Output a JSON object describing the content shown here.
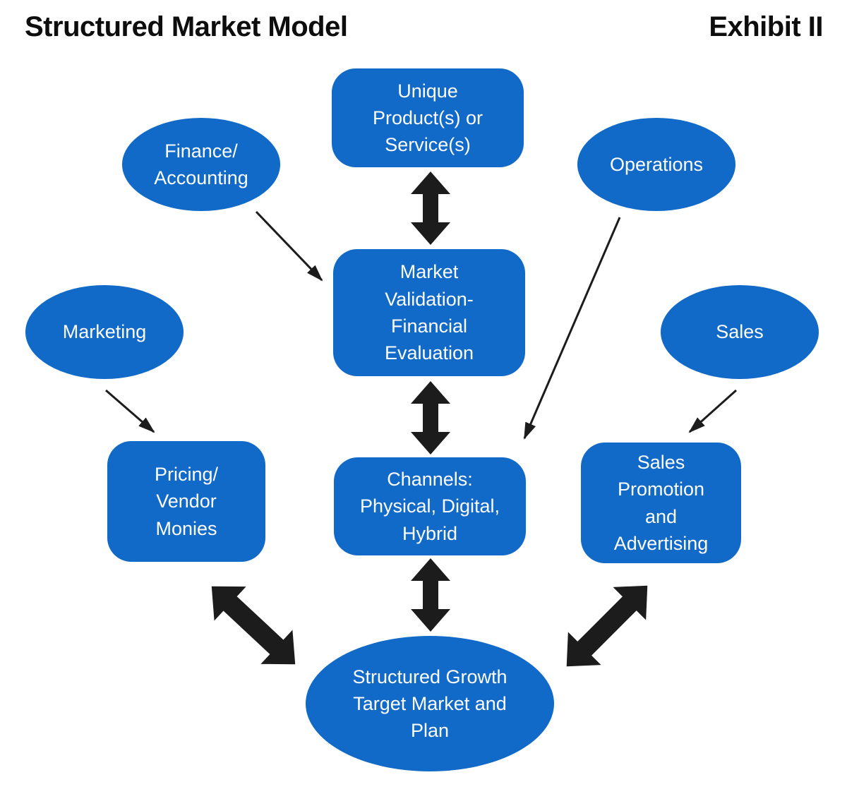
{
  "header": {
    "title": "Structured Market Model",
    "exhibit_label": "Exhibit II"
  },
  "colors": {
    "node_fill": "#1169C8",
    "node_text": "#FDFDFD",
    "arrow": "#1C1C1C",
    "title_text": "#0D0D0D",
    "background": "#FFFFFF"
  },
  "nodes": {
    "unique_product": {
      "shape": "rounded-rectangle",
      "label": "Unique\nProduct(s) or\nService(s)"
    },
    "finance_accounting": {
      "shape": "ellipse",
      "label": "Finance/\nAccounting"
    },
    "operations": {
      "shape": "ellipse",
      "label": "Operations"
    },
    "market_validation": {
      "shape": "rounded-rectangle",
      "label": "Market\nValidation-\nFinancial\nEvaluation"
    },
    "marketing": {
      "shape": "ellipse",
      "label": "Marketing"
    },
    "sales": {
      "shape": "ellipse",
      "label": "Sales"
    },
    "pricing_vendor": {
      "shape": "rounded-rectangle",
      "label": "Pricing/\nVendor\nMonies"
    },
    "channels": {
      "shape": "rounded-rectangle",
      "label": "Channels:\nPhysical, Digital,\nHybrid"
    },
    "sales_promotion": {
      "shape": "rounded-rectangle",
      "label": "Sales\nPromotion\nand\nAdvertising"
    },
    "structured_growth": {
      "shape": "ellipse",
      "label": "Structured Growth\nTarget Market and\nPlan"
    }
  },
  "connections": [
    {
      "from": "unique_product",
      "to": "market_validation",
      "style": "thick-double-arrow"
    },
    {
      "from": "market_validation",
      "to": "channels",
      "style": "thick-double-arrow"
    },
    {
      "from": "channels",
      "to": "structured_growth",
      "style": "thick-double-arrow"
    },
    {
      "from": "pricing_vendor",
      "to": "structured_growth",
      "style": "thick-double-arrow"
    },
    {
      "from": "sales_promotion",
      "to": "structured_growth",
      "style": "thick-double-arrow"
    },
    {
      "from": "finance_accounting",
      "to": "market_validation",
      "style": "thin-arrow"
    },
    {
      "from": "operations",
      "to": "channels",
      "style": "thin-arrow"
    },
    {
      "from": "marketing",
      "to": "pricing_vendor",
      "style": "thin-arrow"
    },
    {
      "from": "sales",
      "to": "sales_promotion",
      "style": "thin-arrow"
    }
  ]
}
